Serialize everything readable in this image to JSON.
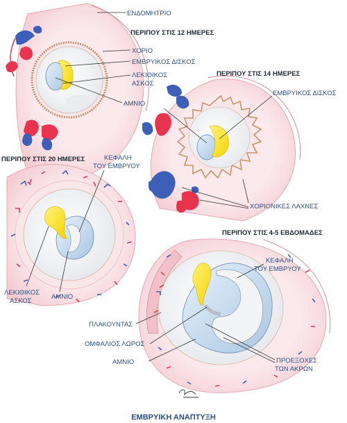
{
  "figure": {
    "title": "ΕΜΒΡΥΙΚΗ ΑΝΑΠΤΥΞΗ",
    "colors": {
      "uterus_wall": "#f6d9dd",
      "chorion": "#c9936a",
      "amniotic_fluid": "#eef0f2",
      "embryo": "#ffe32a",
      "amnion": "#c3dcf0",
      "maternal_artery": "#e8344e",
      "maternal_vein": "#3d5fb8",
      "label_text": "#2c4f86"
    }
  },
  "stages": [
    {
      "heading": "ΠΕΡΙΠΟΥ ΣΤΙΣ 12 ΗΜΕΡΕΣ",
      "labels": [
        "ΕΝΔΟΜΗΤΡΙΟ",
        "ΧΟΡΙΟ",
        "ΕΜΒΡΥΙΚΟΣ ΔΙΣΚΟΣ",
        "ΛΕΚΙΘΙΚΟΣ",
        "ΑΣΚΟΣ",
        "ΑΜΝΙΟ"
      ]
    },
    {
      "heading": "ΠΕΡΙΠΟΥ ΣΤΙΣ 14 ΗΜΕΡΕΣ",
      "labels": [
        "ΕΜΒΡΥΙΚΟΣ ΔΙΣΚΟΣ",
        "ΧΟΡΙΟΝΙΚΕΣ ΛΑΧΝΕΣ"
      ]
    },
    {
      "heading": "ΠΕΡΙΠΟΥ ΣΤΙΣ 20 ΗΜΕΡΕΣ",
      "labels": [
        "ΚΕΦΑΛΗ",
        "ΤΟΥ ΕΜΒΡΥΟΥ",
        "ΛΕΚΙΘΙΚΟΣ",
        "ΑΣΚΟΣ",
        "ΑΜΝΙΟ"
      ]
    },
    {
      "heading": "ΠΕΡΙΠΟΥ ΣΤΙΣ 4-5 ΕΒΔΟΜΑΔΕΣ",
      "labels": [
        "ΚΕΦΑΛΗ",
        "ΤΟΥ ΕΜΒΡΥΟΥ",
        "ΠΛΑΚΟΥΝΤΑΣ",
        "ΟΜΦΑΛΙΟΣ ΛΩΡΟΣ",
        "ΑΜΝΙΟ",
        "ΠΡΟΕΞΟΧΕΣ",
        "ΤΩΝ ΑΚΡΩΝ"
      ]
    }
  ]
}
